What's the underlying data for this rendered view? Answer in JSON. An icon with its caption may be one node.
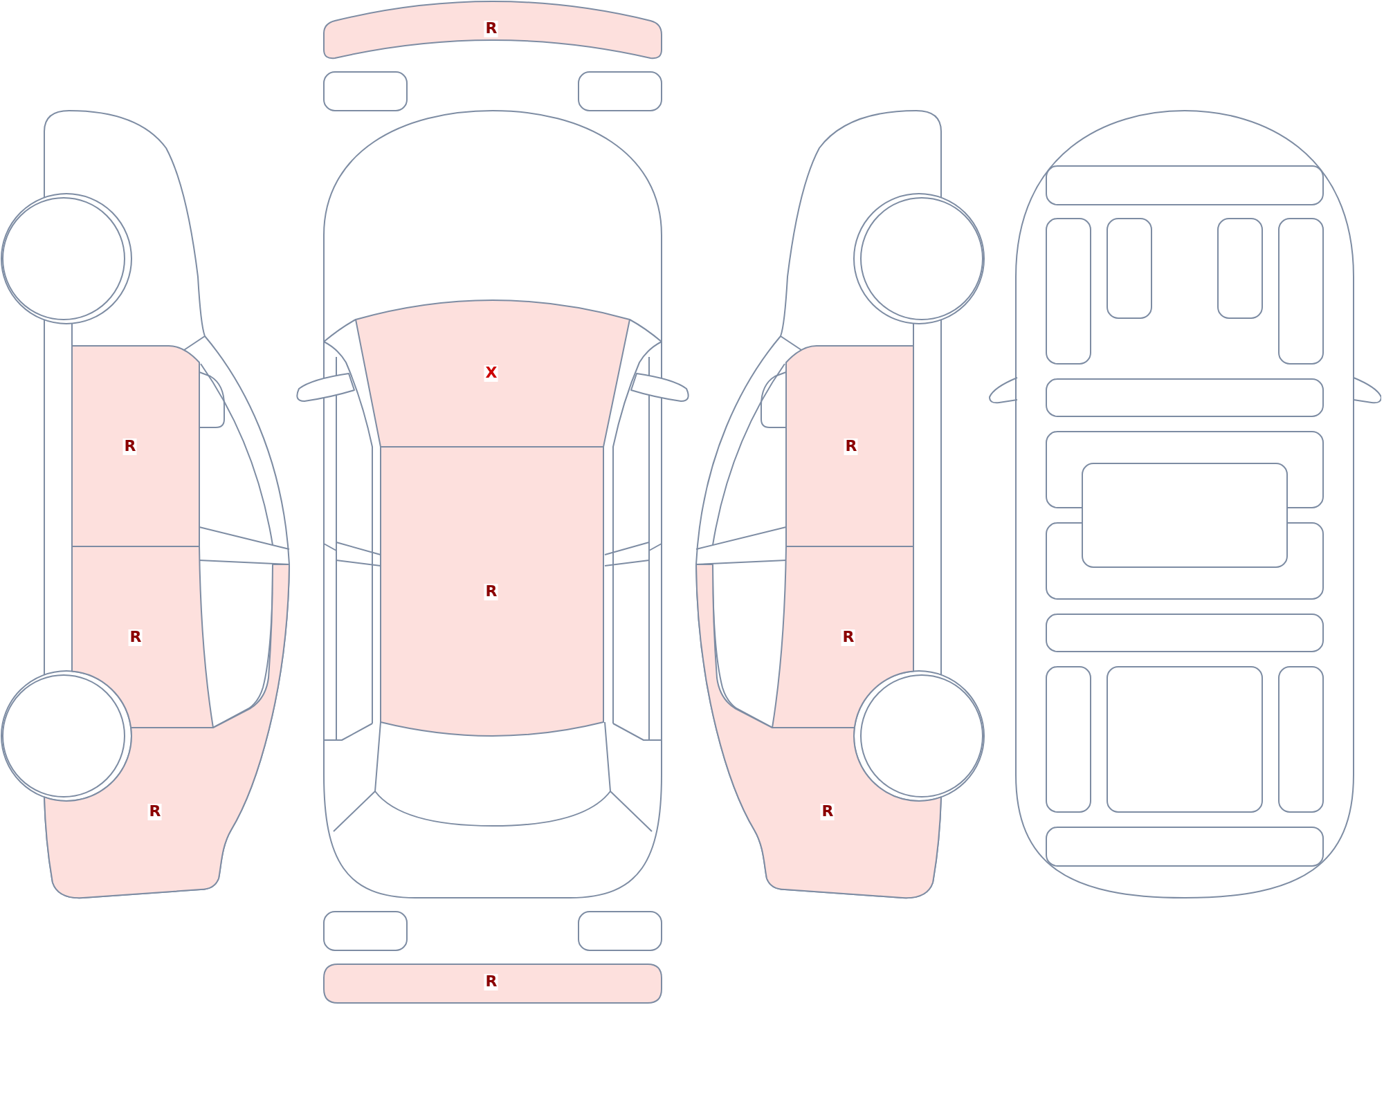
{
  "diagram": {
    "nodes": [
      {
        "text": [
          "R"
        ]
      },
      {
        "text": [
          "X"
        ]
      },
      {
        "text": [
          "R"
        ]
      },
      {
        "text": [
          "R"
        ]
      },
      {
        "text": [
          "R"
        ]
      },
      {
        "text": [
          "R"
        ]
      },
      {
        "text": [
          "R"
        ]
      },
      {
        "text": [
          "R"
        ]
      },
      {
        "text": [
          "R"
        ]
      },
      {
        "text": [
          "R"
        ]
      }
    ]
  }
}
